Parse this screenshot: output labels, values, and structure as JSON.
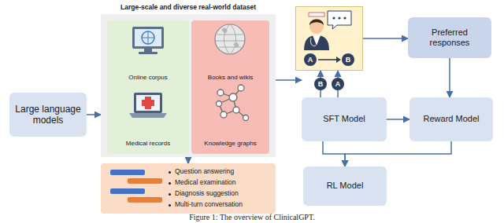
{
  "diagram": {
    "caption": "Figure 1: The overview of ClinicalGPT.",
    "nodes": [
      {
        "text": [
          "Large language models"
        ]
      },
      {
        "text": [
          "Large-scale and diverse real-world dataset"
        ]
      },
      {
        "text": [
          "Online corpus",
          "Medical records"
        ],
        "in": 1
      },
      {
        "text": [
          "Books and wikis",
          "Knowledge graphs"
        ],
        "in": 1
      },
      {
        "text": [
          "Question answering",
          "Medical examination",
          "Diagnosis suggestion",
          "Multi-turn conversation"
        ]
      },
      {
        "text": [
          "A",
          "B"
        ]
      },
      {
        "text": [
          "Preferred responses"
        ]
      },
      {
        "text": [
          "SFT Model"
        ]
      },
      {
        "text": [
          "Reward Model"
        ]
      },
      {
        "text": [
          "RL Model"
        ]
      }
    ],
    "edges": [
      {
        "from": 0,
        "to": 1,
        "arrow": "to"
      },
      {
        "from": 1,
        "to": 4,
        "arrow": "to"
      },
      {
        "from": 1,
        "to": 7,
        "arrow": "to"
      },
      {
        "from": 7,
        "to": 5,
        "label": "B",
        "arrow": "to"
      },
      {
        "from": 7,
        "to": 5,
        "label": "A",
        "arrow": "to"
      },
      {
        "from": 5,
        "to": 6,
        "arrow": "to"
      },
      {
        "from": 6,
        "to": 8,
        "arrow": "to"
      },
      {
        "from": 7,
        "to": 8,
        "arrow": "to"
      },
      {
        "from": 7,
        "to": 9,
        "arrow": "to"
      },
      {
        "from": 8,
        "to": 9,
        "arrow": "to"
      }
    ]
  }
}
